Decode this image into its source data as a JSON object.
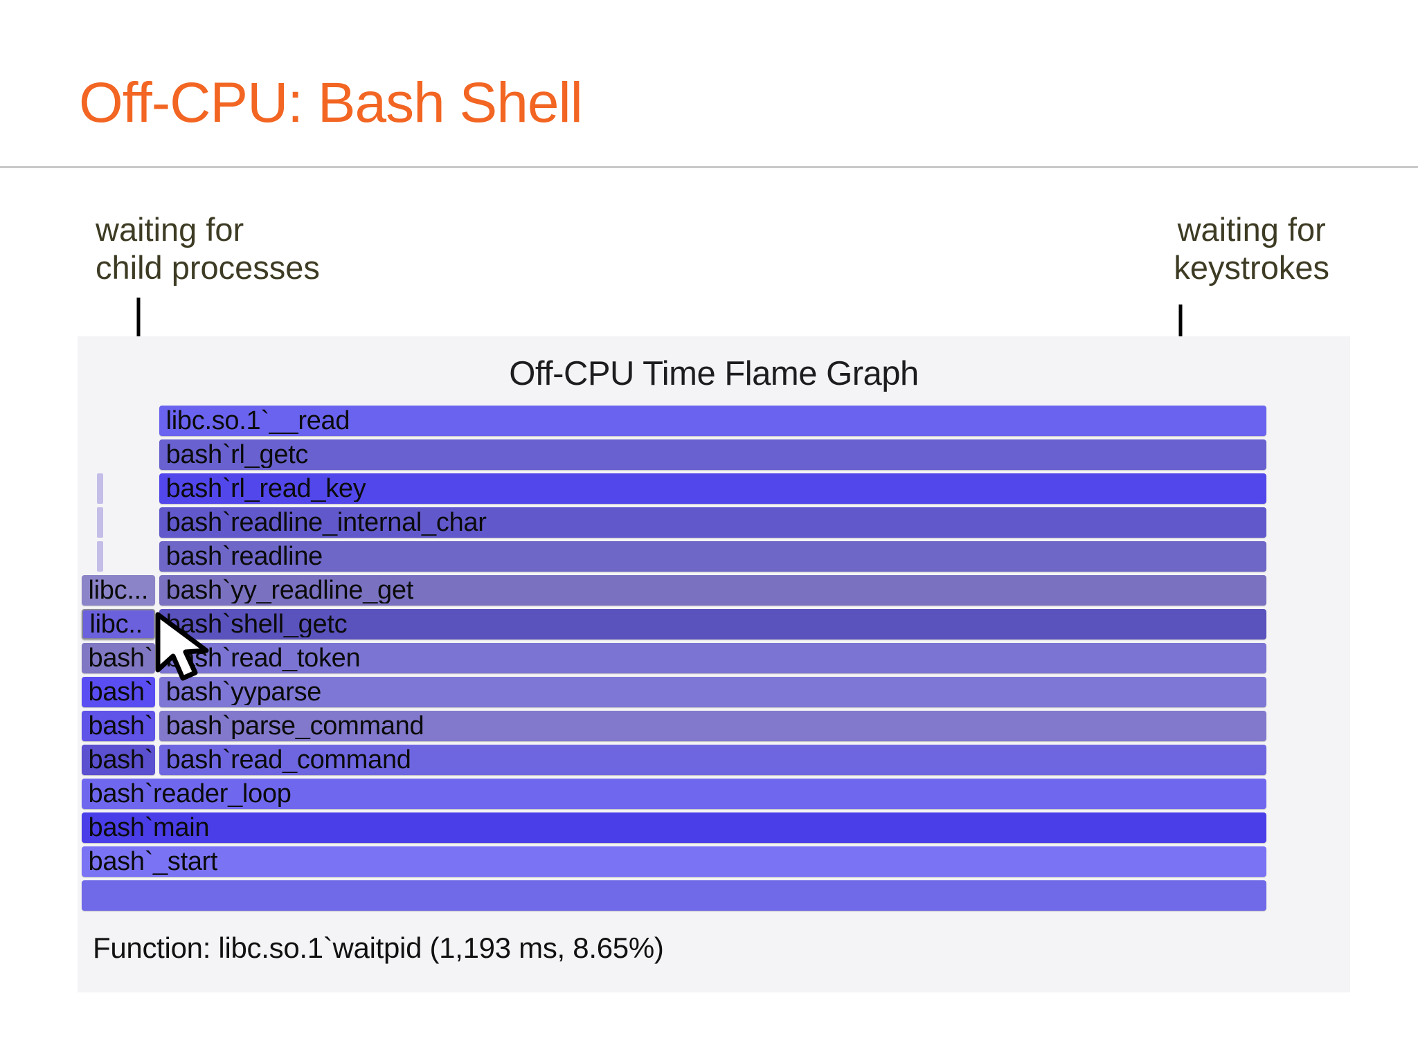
{
  "slide": {
    "title": "Off-CPU: Bash Shell"
  },
  "annotations": {
    "left": "waiting for\nchild processes",
    "right": "waiting for\nkeystrokes"
  },
  "flamegraph": {
    "title": "Off-CPU Time Flame Graph",
    "status": "Function: libc.so.1`waitpid (1,193 ms, 8.65%)",
    "status_function": "libc.so.1`waitpid",
    "status_ms": "1,193 ms",
    "status_percent": "8.65%",
    "colors": {
      "panel_bg": "#f4f4f6",
      "sliver": "#c3bde8",
      "title_color": "#1d1d1f",
      "accent_orange": "#f26522",
      "annotation_color": "#3d3b23"
    },
    "rows": [
      {
        "depth": 0,
        "main": {
          "label": "libc.so.1`__read",
          "left_pct": 6.4,
          "width_pct": 87.0,
          "color": "#6a63ef"
        },
        "left_frames": []
      },
      {
        "depth": 1,
        "main": {
          "label": "bash`rl_getc",
          "left_pct": 6.4,
          "width_pct": 87.0,
          "color": "#6861cf"
        },
        "left_frames": []
      },
      {
        "depth": 2,
        "main": {
          "label": "bash`rl_read_key",
          "left_pct": 6.4,
          "width_pct": 87.0,
          "color": "#5247ea"
        },
        "left_frames": [
          {
            "label": "",
            "left_pct": 1.5,
            "width_pct": 0.5,
            "color": "#c3bde8",
            "sliver": true
          }
        ]
      },
      {
        "depth": 3,
        "main": {
          "label": "bash`readline_internal_char",
          "left_pct": 6.4,
          "width_pct": 87.0,
          "color": "#6159cb"
        },
        "left_frames": [
          {
            "label": "",
            "left_pct": 1.5,
            "width_pct": 0.5,
            "color": "#c3bde8",
            "sliver": true
          }
        ]
      },
      {
        "depth": 4,
        "main": {
          "label": "bash`readline",
          "left_pct": 6.4,
          "width_pct": 87.0,
          "color": "#6e67c8"
        },
        "left_frames": [
          {
            "label": "",
            "left_pct": 1.5,
            "width_pct": 0.5,
            "color": "#c3bde8",
            "sliver": true
          }
        ]
      },
      {
        "depth": 5,
        "main": {
          "label": "bash`yy_readline_get",
          "left_pct": 6.4,
          "width_pct": 87.0,
          "color": "#7a72c0"
        },
        "left_frames": [
          {
            "label": "libc...",
            "left_pct": 0.3,
            "width_pct": 5.8,
            "color": "#8b84c8"
          }
        ]
      },
      {
        "depth": 6,
        "main": {
          "label": "bash`shell_getc",
          "left_pct": 6.4,
          "width_pct": 87.0,
          "color": "#5a52bd"
        },
        "left_frames": [
          {
            "label": "libc..",
            "left_pct": 0.3,
            "width_pct": 5.8,
            "color": "#6b61dd",
            "hovered": true
          }
        ]
      },
      {
        "depth": 7,
        "main": {
          "label": "bash`read_token",
          "left_pct": 6.4,
          "width_pct": 87.0,
          "color": "#7b74d3"
        },
        "left_frames": [
          {
            "label": "bash`..",
            "left_pct": 0.3,
            "width_pct": 5.8,
            "color": "#8078c2"
          }
        ]
      },
      {
        "depth": 8,
        "main": {
          "label": "bash`yyparse",
          "left_pct": 6.4,
          "width_pct": 87.0,
          "color": "#7e77d6"
        },
        "left_frames": [
          {
            "label": "bash`..",
            "left_pct": 0.3,
            "width_pct": 5.8,
            "color": "#5a4ef2"
          }
        ]
      },
      {
        "depth": 9,
        "main": {
          "label": "bash`parse_command",
          "left_pct": 6.4,
          "width_pct": 87.0,
          "color": "#8279cc"
        },
        "left_frames": [
          {
            "label": "bash`..",
            "left_pct": 0.3,
            "width_pct": 5.8,
            "color": "#5f53e8"
          }
        ]
      },
      {
        "depth": 10,
        "main": {
          "label": "bash`read_command",
          "left_pct": 6.4,
          "width_pct": 87.0,
          "color": "#6e66e0"
        },
        "left_frames": [
          {
            "label": "bash`..",
            "left_pct": 0.3,
            "width_pct": 5.8,
            "color": "#5b50cf"
          }
        ]
      },
      {
        "depth": 11,
        "main": {
          "label": "bash`reader_loop",
          "left_pct": 0.3,
          "width_pct": 93.1,
          "color": "#6f68ef"
        },
        "left_frames": []
      },
      {
        "depth": 12,
        "main": {
          "label": "bash`main",
          "left_pct": 0.3,
          "width_pct": 93.1,
          "color": "#4a3ee8"
        },
        "left_frames": []
      },
      {
        "depth": 13,
        "main": {
          "label": "bash`_start",
          "left_pct": 0.3,
          "width_pct": 93.1,
          "color": "#7a73f4"
        },
        "left_frames": []
      },
      {
        "depth": 14,
        "main": {
          "label": "",
          "left_pct": 0.3,
          "width_pct": 93.1,
          "color": "#7069e8"
        },
        "left_frames": []
      }
    ]
  }
}
